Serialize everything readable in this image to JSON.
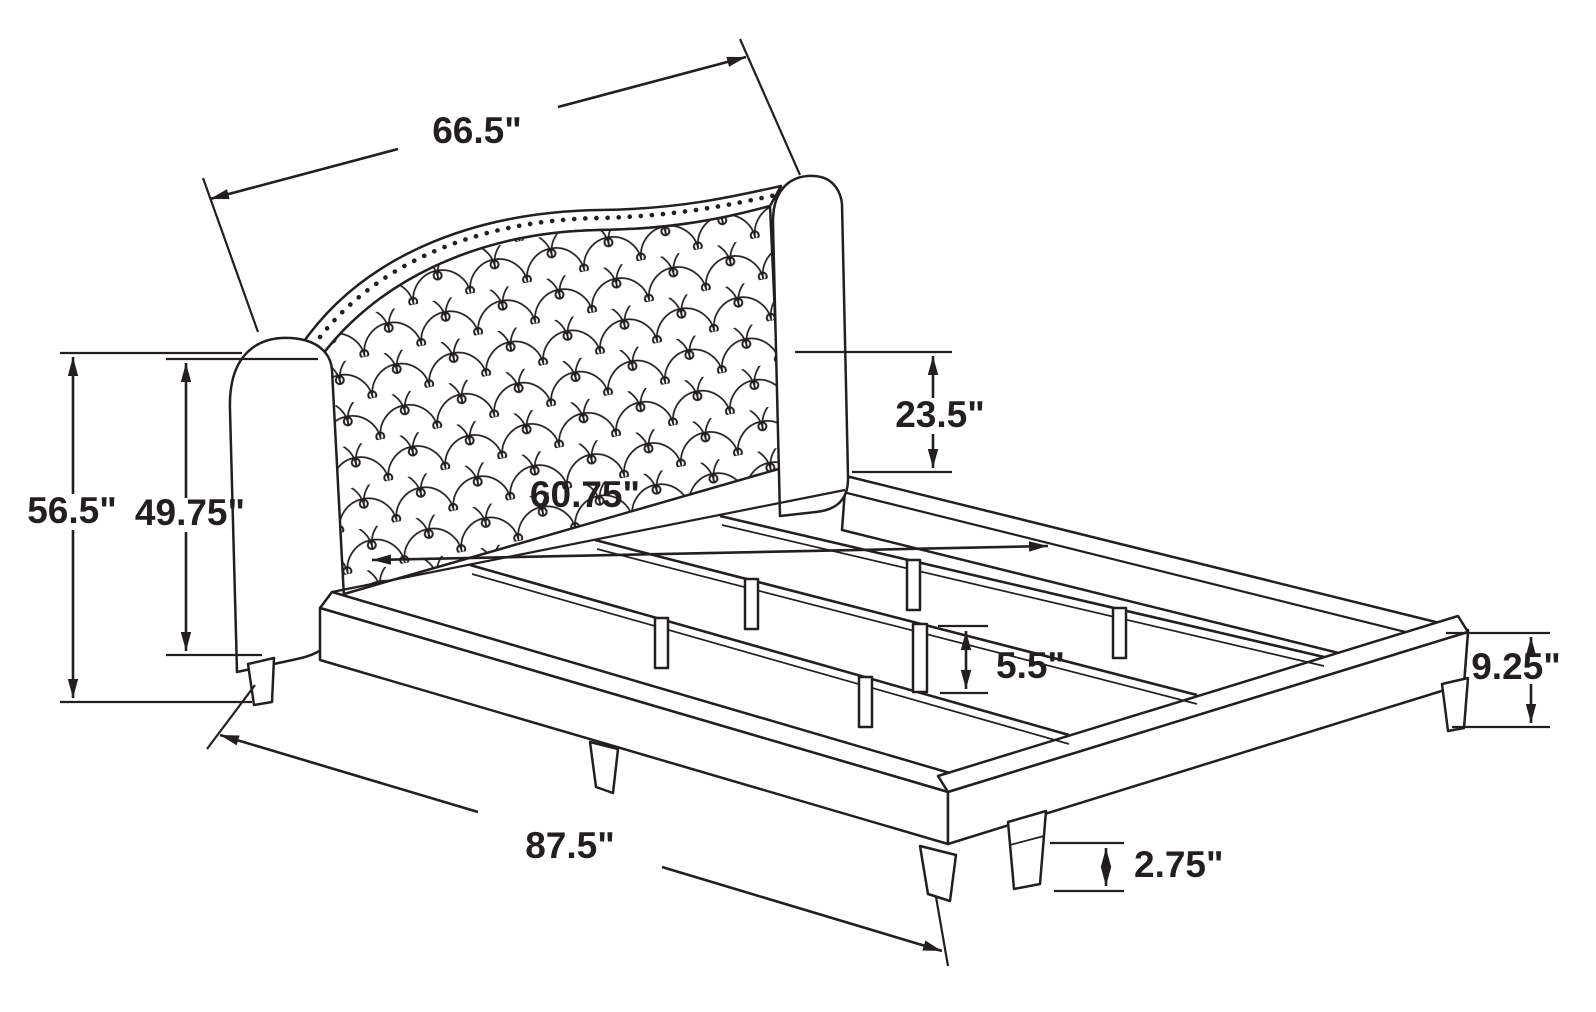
{
  "diagram": {
    "type": "technical-drawing",
    "subject": "upholstered-bed-frame-dimensions",
    "colors": {
      "line": "#231f20",
      "background": "#ffffff"
    },
    "dimensions": {
      "headboard_width": "66.5\"",
      "overall_height": "56.5\"",
      "headboard_height": "49.75\"",
      "headboard_above_rail": "23.5\"",
      "inner_width": "60.75\"",
      "center_leg_height": "5.5\"",
      "frame_height": "9.25\"",
      "overall_length": "87.5\"",
      "foot_leg_height": "2.75\""
    }
  }
}
